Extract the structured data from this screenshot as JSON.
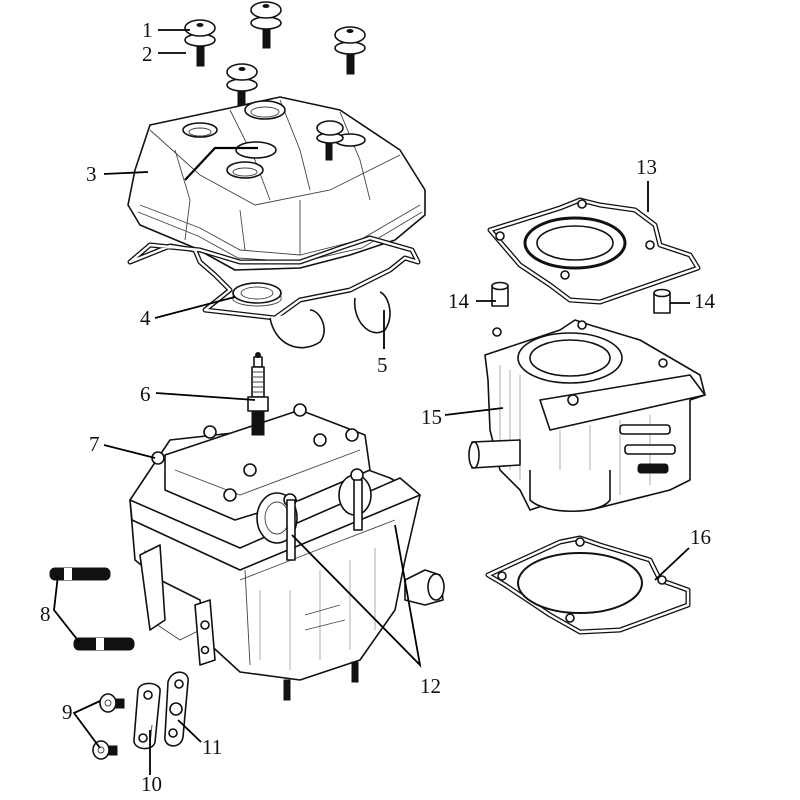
{
  "diagram": {
    "type": "exploded-parts-diagram",
    "subject": "Engine cylinder head and cylinder assembly",
    "callouts": [
      {
        "id": "1",
        "label": "1",
        "part": "cap bolt"
      },
      {
        "id": "2",
        "label": "2",
        "part": "rubber washer"
      },
      {
        "id": "3",
        "label": "3",
        "part": "cylinder head cover"
      },
      {
        "id": "4",
        "label": "4",
        "part": "spark plug seal ring"
      },
      {
        "id": "5",
        "label": "5",
        "part": "cylinder head cover gasket"
      },
      {
        "id": "6",
        "label": "6",
        "part": "spark plug"
      },
      {
        "id": "7",
        "label": "7",
        "part": "camshaft holder bolt"
      },
      {
        "id": "8",
        "label": "8",
        "part": "stud bolts"
      },
      {
        "id": "9",
        "label": "9",
        "part": "flange bolts"
      },
      {
        "id": "10",
        "label": "10",
        "part": "blanking plate"
      },
      {
        "id": "11",
        "label": "11",
        "part": "plate gasket"
      },
      {
        "id": "12",
        "label": "12",
        "part": "cylinder head"
      },
      {
        "id": "13",
        "label": "13",
        "part": "cylinder head gasket"
      },
      {
        "id": "14a",
        "label": "14",
        "part": "dowel pin"
      },
      {
        "id": "14b",
        "label": "14",
        "part": "dowel pin"
      },
      {
        "id": "15",
        "label": "15",
        "part": "cylinder"
      },
      {
        "id": "16",
        "label": "16",
        "part": "cylinder base gasket"
      }
    ]
  }
}
